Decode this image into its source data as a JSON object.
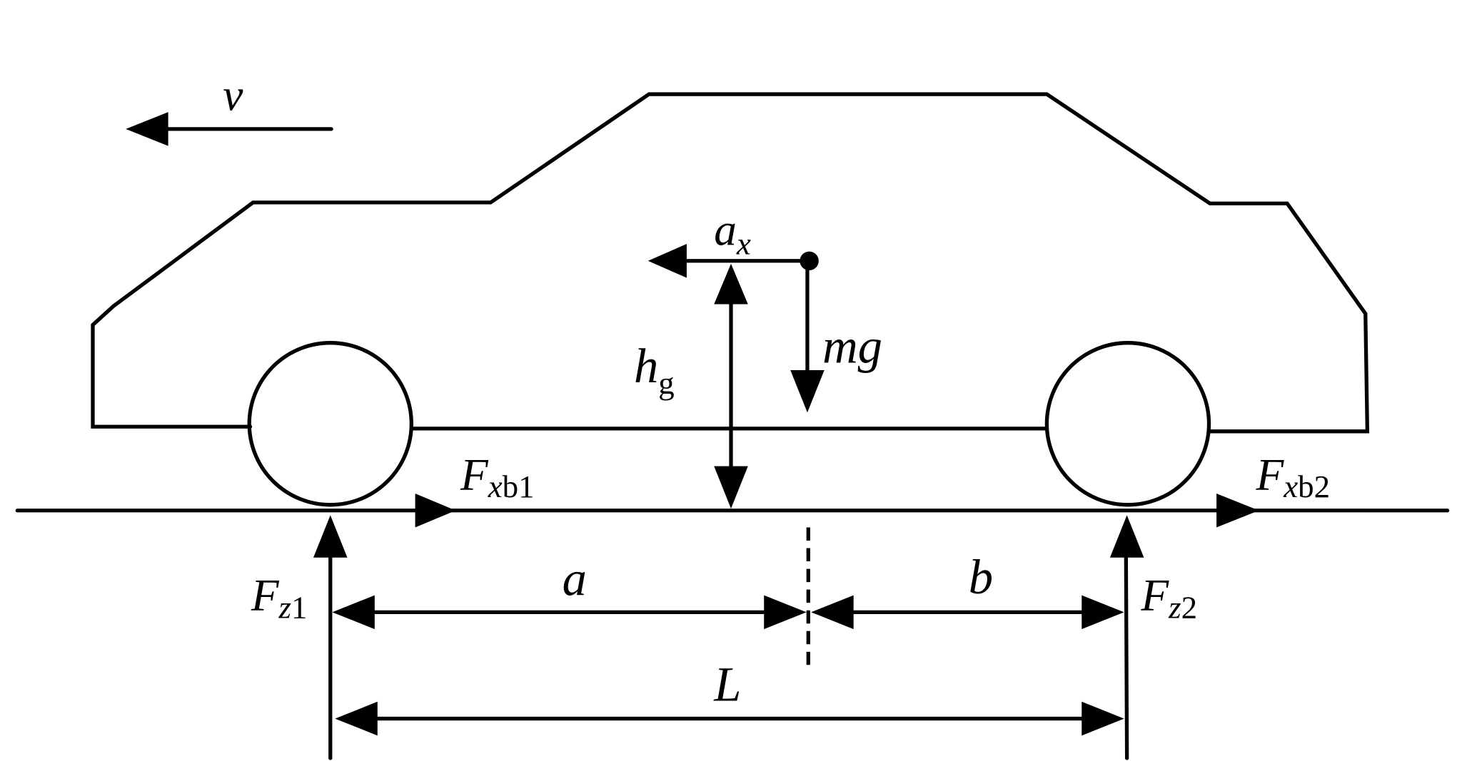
{
  "diagram": {
    "title": "Vehicle braking force diagram",
    "colors": {
      "line": "#000000",
      "background": "#ffffff"
    },
    "labels": {
      "velocity": "v",
      "acceleration": {
        "base": "a",
        "sub": "x"
      },
      "gravity": "mg",
      "cg_height": {
        "base": "h",
        "sub": "g"
      },
      "front_brake_force": {
        "base": "F",
        "sub_italic": "x",
        "sub": "b1"
      },
      "rear_brake_force": {
        "base": "F",
        "sub_italic": "x",
        "sub": "b2"
      },
      "front_normal_force": {
        "base": "F",
        "sub_italic": "z",
        "sub": "1"
      },
      "rear_normal_force": {
        "base": "F",
        "sub_italic": "z",
        "sub": "2"
      },
      "front_distance": "a",
      "rear_distance": "b",
      "wheelbase": "L"
    }
  }
}
